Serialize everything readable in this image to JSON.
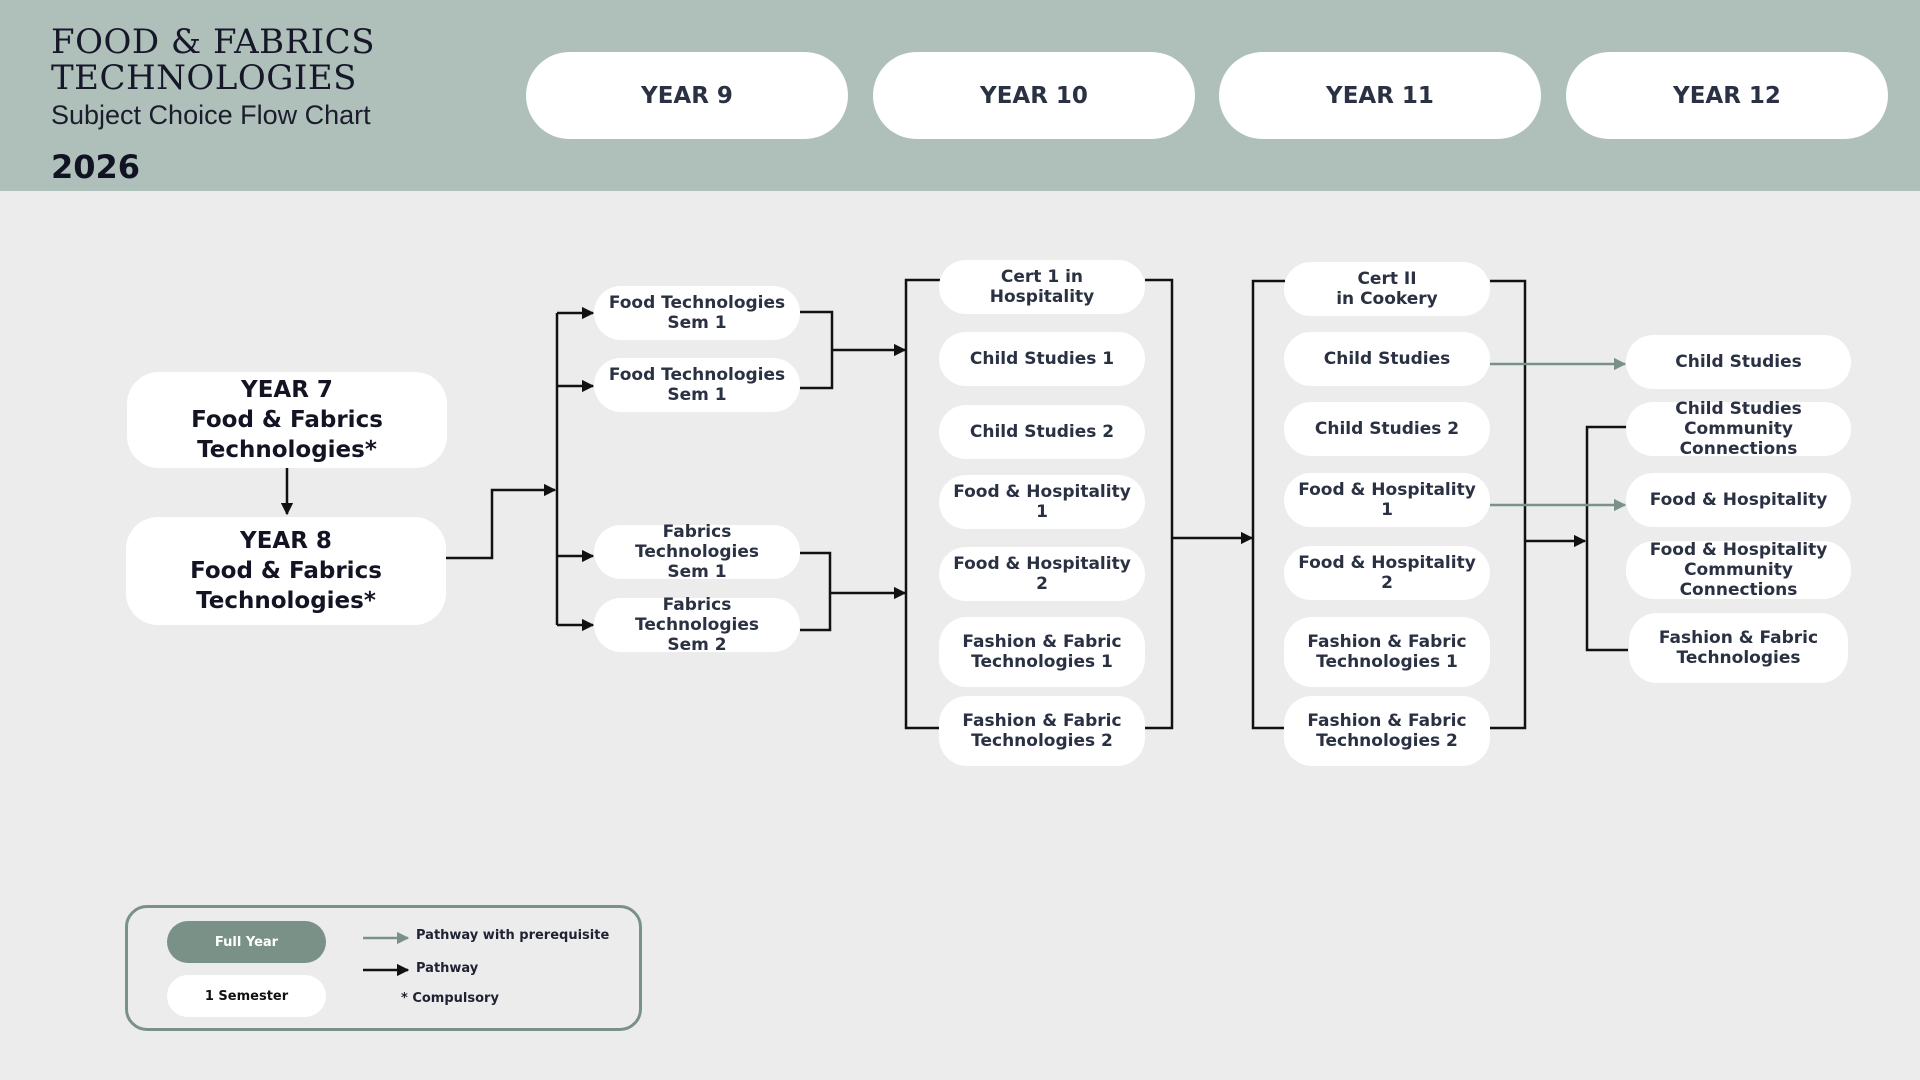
{
  "header": {
    "title_line1": "FOOD & FABRICS",
    "title_line2": "TECHNOLOGIES",
    "subtitle": "Subject Choice Flow Chart",
    "year": "2026",
    "columns": [
      "YEAR 9",
      "YEAR 10",
      "YEAR 11",
      "YEAR 12"
    ]
  },
  "year7": "YEAR 7\nFood & Fabrics\nTechnologies*",
  "year8": "YEAR 8\nFood & Fabrics\nTechnologies*",
  "year9": [
    "Food Technologies\nSem 1",
    "Food Technologies\nSem 1",
    "Fabrics Technologies\nSem 1",
    "Fabrics Technologies\nSem 2"
  ],
  "year10": [
    "Cert 1 in\nHospitality",
    "Child Studies 1",
    "Child Studies 2",
    "Food & Hospitality 1",
    "Food & Hospitality 2",
    "Fashion & Fabric\nTechnologies 1",
    "Fashion & Fabric\nTechnologies 2"
  ],
  "year11": [
    "Cert II\nin Cookery",
    "Child Studies",
    "Child Studies 2",
    "Food & Hospitality 1",
    "Food & Hospitality 2",
    "Fashion & Fabric\nTechnologies 1",
    "Fashion & Fabric\nTechnologies 2"
  ],
  "year12": [
    "Child Studies",
    "Child Studies\nCommunity Connections",
    "Food & Hospitality",
    "Food & Hospitality\nCommunity Connections",
    "Fashion & Fabric\nTechnologies"
  ],
  "legend": {
    "full_year": "Full Year",
    "semester": "1 Semester",
    "prereq": "Pathway with prerequisite",
    "pathway": "Pathway",
    "compulsory": "*  Compulsory"
  },
  "colors": {
    "header_bg": "#afbfba",
    "prereq_arrow": "#7a9188",
    "pathway_arrow": "#111111"
  }
}
